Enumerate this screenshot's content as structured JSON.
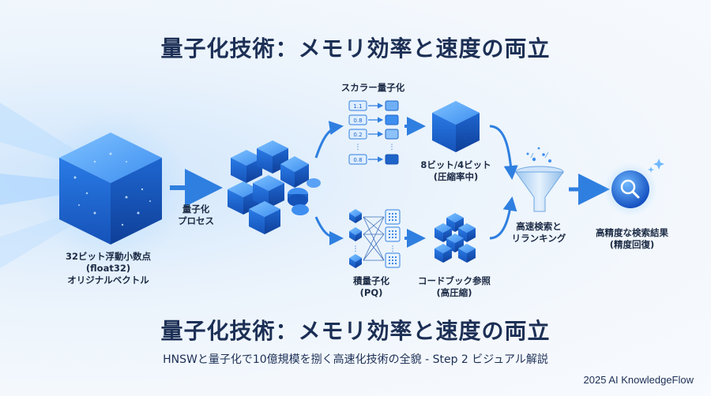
{
  "title": "量子化技術：メモリ効率と速度の両立",
  "subtitle": "HNSWと量子化で10億規模を捌く高速化技術の全貌 - Step 2 ビジュアル解説",
  "footer": "2025 AI KnowledgeFlow",
  "nodes": {
    "source": {
      "line1": "32ビット浮動小数点",
      "line2": "(float32)",
      "line3": "オリジナルベクトル"
    },
    "process": {
      "line1": "量子化",
      "line2": "プロセス"
    },
    "scalar": {
      "label": "スカラー量子化",
      "values": [
        "1.1",
        "0.8",
        "0.2",
        "0.8"
      ],
      "dots": "⋮"
    },
    "bits": {
      "line1": "8ビット/4ビット",
      "line2": "(圧縮率中)"
    },
    "pq": {
      "line1": "積量子化",
      "line2": "(PQ)"
    },
    "codebook": {
      "line1": "コードブック参照",
      "line2": "(高圧縮)"
    },
    "rerank": {
      "line1": "高速検索と",
      "line2": "リランキング"
    },
    "result": {
      "line1": "高精度な検索結果",
      "line2": "(精度回復)"
    }
  },
  "colors": {
    "accent": "#2f7fe0",
    "cube": "#1e64c8",
    "title": "#1c2f55"
  }
}
